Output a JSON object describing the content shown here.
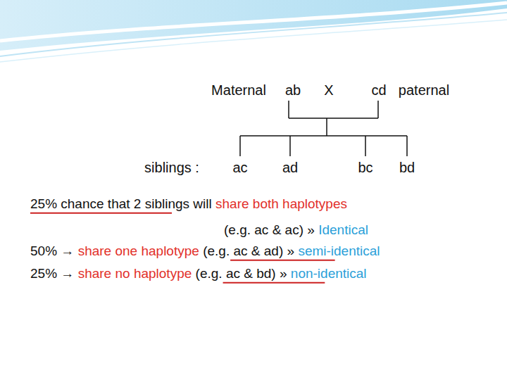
{
  "diagram": {
    "labels": [
      "Maternal",
      "ab",
      "X",
      "cd",
      "paternal",
      "siblings :",
      "ac",
      "ad",
      "bc",
      "bd",
      "25% chance that 2 siblings will",
      "share both haplotypes",
      "(e.g. ac & ac) »",
      "Identical",
      "50%",
      "→",
      "share one haplotype",
      "(e.g. ac & ad) »",
      "semi-identical",
      "25%",
      "→",
      "share no haplotype",
      "(e.g. ac & bd) »",
      "non-identical"
    ]
  }
}
